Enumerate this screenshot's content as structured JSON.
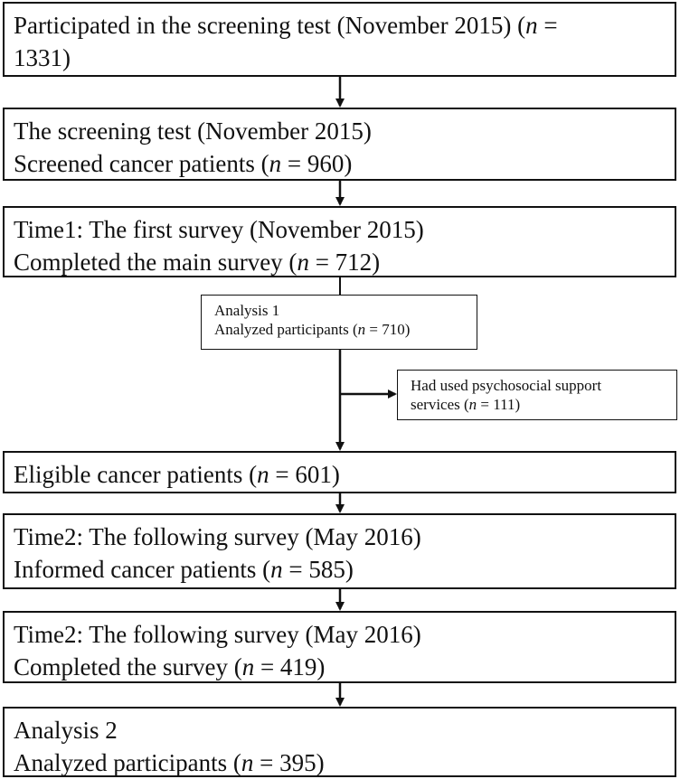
{
  "boxes": {
    "b1": {
      "line1": {
        "pre": "Participated in the screening test (November 2015) (",
        "n": "n",
        "post": " ="
      },
      "line2": "1331)"
    },
    "b2": {
      "line1": "The screening test (November 2015)",
      "line2": {
        "pre": "Screened cancer patients (",
        "n": "n",
        "post": " = 960)"
      }
    },
    "b3": {
      "line1": "Time1: The first survey (November 2015)",
      "line2": {
        "pre": "Completed the main survey (",
        "n": "n",
        "post": " = 712)"
      }
    },
    "analysis1": {
      "line1": "Analysis 1",
      "line2": {
        "pre": "Analyzed participants (",
        "n": "n",
        "post": " = 710)"
      }
    },
    "excluded": {
      "line1": "Had used psychosocial support",
      "line2": {
        "pre": "services (",
        "n": "n",
        "post": " = 111)"
      }
    },
    "b4": {
      "line1": {
        "pre": "Eligible cancer patients (",
        "n": "n",
        "post": " = 601)"
      }
    },
    "b5": {
      "line1": "Time2:  The following survey (May 2016)",
      "line2": {
        "pre": "Informed cancer patients (",
        "n": "n",
        "post": " = 585)"
      }
    },
    "b6": {
      "line1": "Time2:  The following survey (May 2016)",
      "line2": {
        "pre": "Completed the survey (",
        "n": "n",
        "post": " = 419)"
      }
    },
    "b7": {
      "line1": "Analysis 2",
      "line2": {
        "pre": "Analyzed participants (",
        "n": "n",
        "post": " = 395)"
      }
    }
  }
}
